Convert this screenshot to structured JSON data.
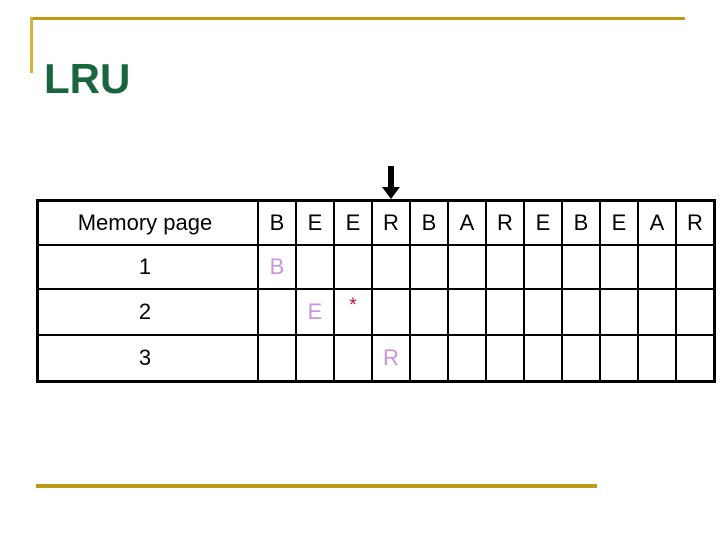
{
  "slide": {
    "title": "LRU",
    "accent_gold": "#bf9b15",
    "title_color": "#18653e"
  },
  "table": {
    "label_header": "Memory page",
    "reference_string": [
      "B",
      "E",
      "E",
      "R",
      "B",
      "A",
      "R",
      "E",
      "B",
      "E",
      "A",
      "R"
    ],
    "frame_color": "#000000",
    "value_color": "#cb93e0",
    "star_color": "#c8102e",
    "rows": [
      {
        "label": "1",
        "cells": [
          "B",
          "",
          "",
          "",
          "",
          "",
          "",
          "",
          "",
          "",
          "",
          ""
        ]
      },
      {
        "label": "2",
        "cells": [
          "",
          "E",
          "*",
          "",
          "",
          "",
          "",
          "",
          "",
          "",
          "",
          ""
        ]
      },
      {
        "label": "3",
        "cells": [
          "",
          "",
          "",
          "R",
          "",
          "",
          "",
          "",
          "",
          "",
          "",
          ""
        ]
      }
    ]
  },
  "arrow": {
    "name": "current-step-arrow",
    "target_column_index": 3,
    "target_column_letter": "R",
    "color": "#000000"
  }
}
